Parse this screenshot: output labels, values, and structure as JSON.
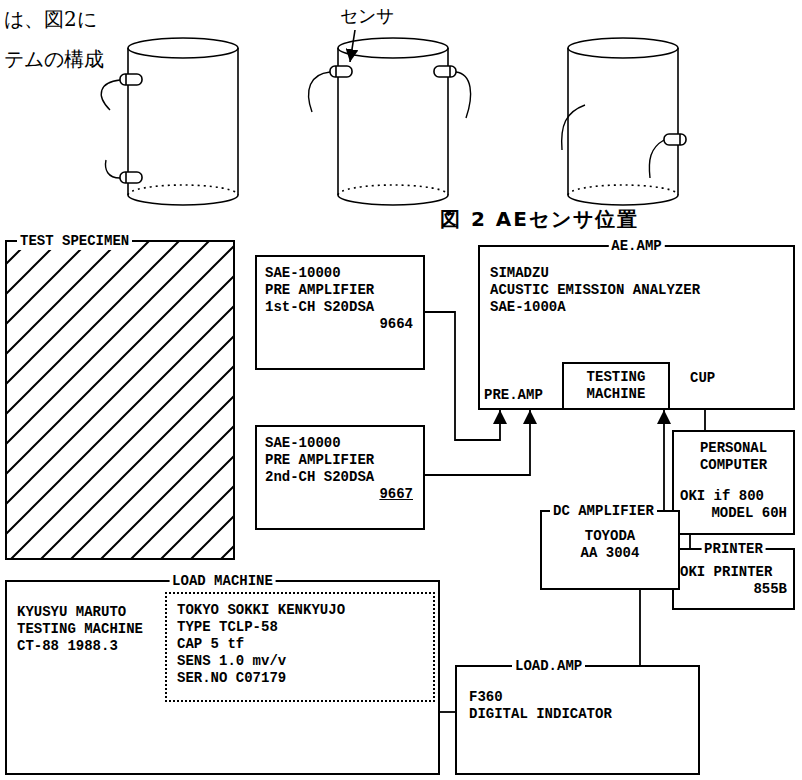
{
  "diagram": {
    "caption": "図 2 AEセンサ位置",
    "nodes": [
      {
        "text": [
          "TEST SPECIMEN"
        ]
      },
      {
        "text": [
          "SAE-10000",
          "PRE AMPLIFIER",
          "1st-CH S20DSA",
          "9664"
        ]
      },
      {
        "text": [
          "SAE-10000",
          "PRE AMPLIFIER",
          "2nd-CH S20DSA",
          "9667"
        ]
      },
      {
        "text": [
          "AE.AMP",
          "SIMADZU",
          "ACUSTIC EMISSION ANALYZER",
          "SAE-1000A"
        ]
      },
      {
        "text": [
          "TESTING MACHINE"
        ],
        "in": 3
      },
      {
        "text": [
          "PERSONAL COMPUTER",
          "OKI if 800",
          "MODEL 60H"
        ]
      },
      {
        "text": [
          "PRINTER",
          "OKI PRINTER",
          "855B"
        ]
      },
      {
        "text": [
          "DC AMPLIFIER",
          "TOYODA",
          "AA 3004"
        ]
      },
      {
        "text": [
          "LOAD MACHINE",
          "KYUSYU MARUTO",
          "TESTING MACHINE",
          "CT-88 1988.3"
        ]
      },
      {
        "text": [
          "TOKYO SOKKI KENKYUJO",
          "TYPE TCLP-58",
          "CAP 5 tf",
          "SENS 1.0 mv/v",
          "SER.NO C07179"
        ],
        "in": 8
      },
      {
        "text": [
          "LOAD.AMP",
          "F360",
          "DIGITAL INDICATOR"
        ]
      }
    ],
    "edges": [
      {
        "from": 1,
        "to": 3,
        "arrow": "to"
      },
      {
        "from": 2,
        "to": 3,
        "arrow": "to"
      },
      {
        "from": 7,
        "to": 4,
        "arrow": "to"
      },
      {
        "from": 3,
        "to": 5,
        "arrow": "none"
      },
      {
        "from": 5,
        "to": 6,
        "arrow": "none"
      },
      {
        "from": 8,
        "to": 10,
        "arrow": "none"
      },
      {
        "from": 10,
        "to": 7,
        "arrow": "none"
      }
    ],
    "labels": [
      "は、図2に",
      "テムの構成",
      "センサ",
      "PRE.AMP",
      "CUP"
    ]
  }
}
